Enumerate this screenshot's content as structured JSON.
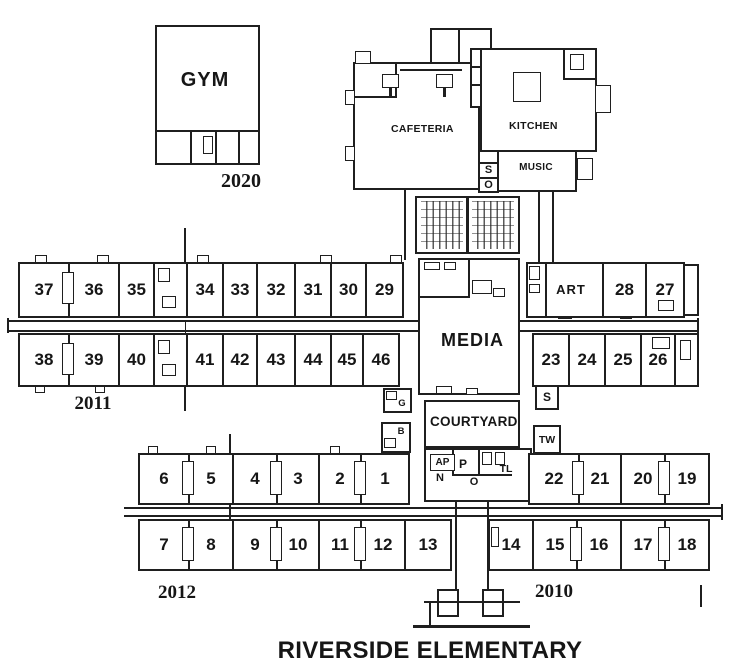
{
  "title": "RIVERSIDE ELEMENTARY",
  "areas": {
    "gym": "GYM",
    "cafeteria": "CAFETERIA",
    "kitchen": "KITCHEN",
    "music": "MUSIC",
    "media": "MEDIA",
    "art": "ART",
    "courtyard": "COURTYARD"
  },
  "wings": {
    "gym_wing": "2020",
    "north_wing": "2011",
    "southwest_wing": "2012",
    "southeast_wing": "2010"
  },
  "small_rooms": {
    "music_s": "S",
    "music_o": "O",
    "media_s": "S",
    "tw": "TW",
    "ap": "AP",
    "p": "P",
    "tl": "TL",
    "n": "N",
    "o": "O",
    "g": "G",
    "b": "B"
  },
  "rooms": {
    "row_2011_top": [
      "37",
      "36",
      "35",
      "34",
      "33",
      "32",
      "31",
      "30",
      "29"
    ],
    "row_2011_bottom": [
      "38",
      "39",
      "40",
      "41",
      "42",
      "43",
      "44",
      "45",
      "46"
    ],
    "row_art_wing": [
      "28",
      "27"
    ],
    "row_media_wing": [
      "23",
      "24",
      "25",
      "26"
    ],
    "row_2012_top": [
      "6",
      "5",
      "4",
      "3",
      "2",
      "1"
    ],
    "row_2012_bottom": [
      "7",
      "8",
      "9",
      "10",
      "11",
      "12",
      "13"
    ],
    "row_2010_top": [
      "22",
      "21",
      "20",
      "19"
    ],
    "row_2010_bottom": [
      "14",
      "15",
      "16",
      "17",
      "18"
    ]
  },
  "colors": {
    "ink": "#1f1f1f",
    "paper": "#ffffff"
  }
}
